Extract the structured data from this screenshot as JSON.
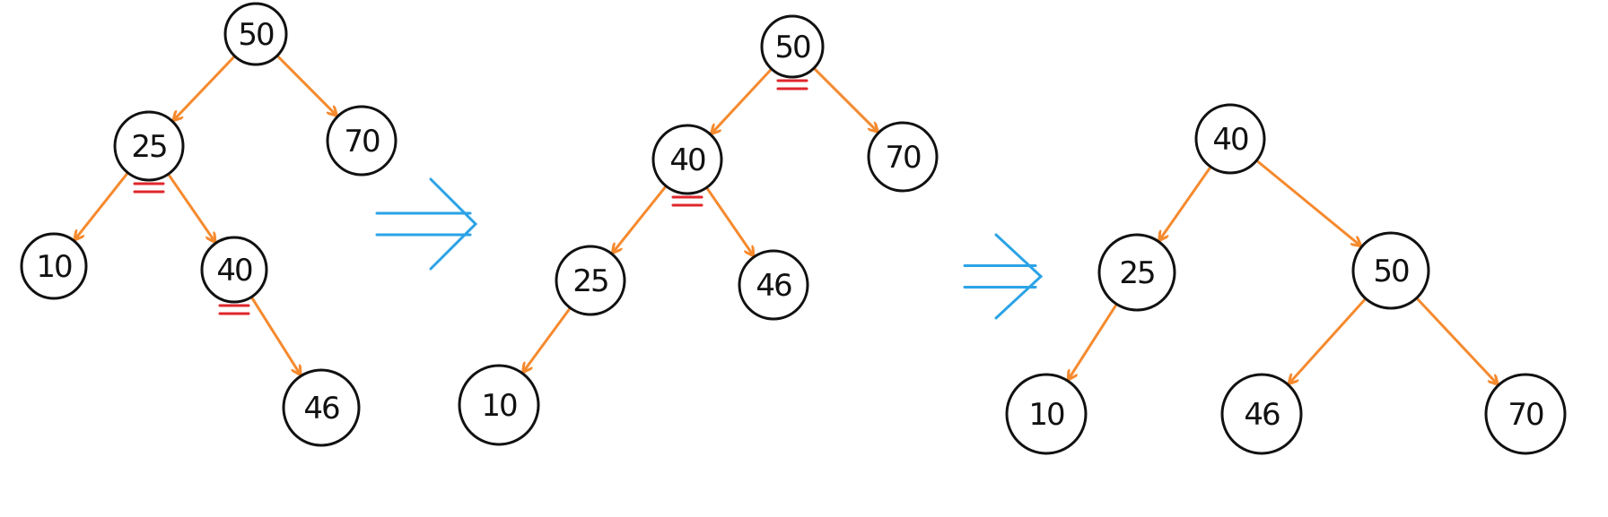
{
  "colors": {
    "edge": "#f58a2e",
    "node_stroke": "#111111",
    "mark": "#e0262b",
    "transform_arrow": "#2ba3e6"
  },
  "trees": [
    {
      "stage": "before",
      "nodes": [
        {
          "id": "n50",
          "label": "50"
        },
        {
          "id": "n25",
          "label": "25"
        },
        {
          "id": "n70",
          "label": "70"
        },
        {
          "id": "n10",
          "label": "10"
        },
        {
          "id": "n40",
          "label": "40"
        },
        {
          "id": "n46",
          "label": "46"
        }
      ],
      "edges": [
        [
          "n50",
          "n25"
        ],
        [
          "n50",
          "n70"
        ],
        [
          "n25",
          "n10"
        ],
        [
          "n25",
          "n40"
        ],
        [
          "n40",
          "n46"
        ]
      ],
      "marked_nodes": [
        "n25",
        "n40"
      ]
    },
    {
      "stage": "intermediate",
      "nodes": [
        {
          "id": "n50",
          "label": "50"
        },
        {
          "id": "n40",
          "label": "40"
        },
        {
          "id": "n70",
          "label": "70"
        },
        {
          "id": "n25",
          "label": "25"
        },
        {
          "id": "n46",
          "label": "46"
        },
        {
          "id": "n10",
          "label": "10"
        }
      ],
      "edges": [
        [
          "n50",
          "n40"
        ],
        [
          "n50",
          "n70"
        ],
        [
          "n40",
          "n25"
        ],
        [
          "n40",
          "n46"
        ],
        [
          "n25",
          "n10"
        ]
      ],
      "marked_nodes": [
        "n50",
        "n40"
      ]
    },
    {
      "stage": "after",
      "nodes": [
        {
          "id": "n40",
          "label": "40"
        },
        {
          "id": "n25",
          "label": "25"
        },
        {
          "id": "n50",
          "label": "50"
        },
        {
          "id": "n10",
          "label": "10"
        },
        {
          "id": "n46",
          "label": "46"
        },
        {
          "id": "n70",
          "label": "70"
        }
      ],
      "edges": [
        [
          "n40",
          "n25"
        ],
        [
          "n40",
          "n50"
        ],
        [
          "n25",
          "n10"
        ],
        [
          "n50",
          "n46"
        ],
        [
          "n50",
          "n70"
        ]
      ],
      "marked_nodes": []
    }
  ],
  "transitions": [
    {
      "from": "before",
      "to": "intermediate",
      "symbol": "double-arrow-right"
    },
    {
      "from": "intermediate",
      "to": "after",
      "symbol": "double-arrow-right"
    }
  ]
}
